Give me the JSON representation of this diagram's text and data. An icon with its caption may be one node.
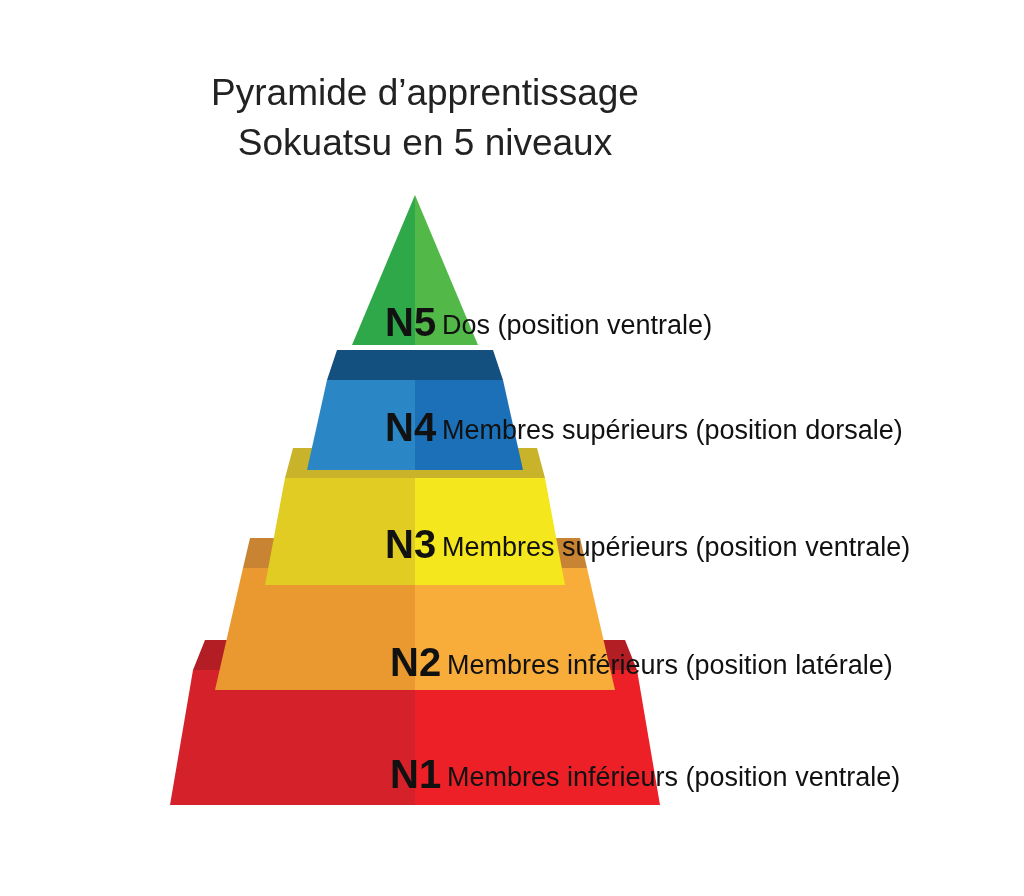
{
  "diagram": {
    "title": "Pyramide d’apprentissage Sokuatsu en 5 niveaux",
    "nodes": [
      {
        "text": [
          "N5",
          "Dos (position ventrale)"
        ]
      },
      {
        "text": [
          "N4",
          "Membres supérieurs (position dorsale)"
        ]
      },
      {
        "text": [
          "N3",
          "Membres supérieurs (position ventrale)"
        ]
      },
      {
        "text": [
          "N2",
          "Membres inférieurs (position latérale)"
        ]
      },
      {
        "text": [
          "N1",
          "Membres inférieurs (position ventrale)"
        ]
      }
    ]
  }
}
